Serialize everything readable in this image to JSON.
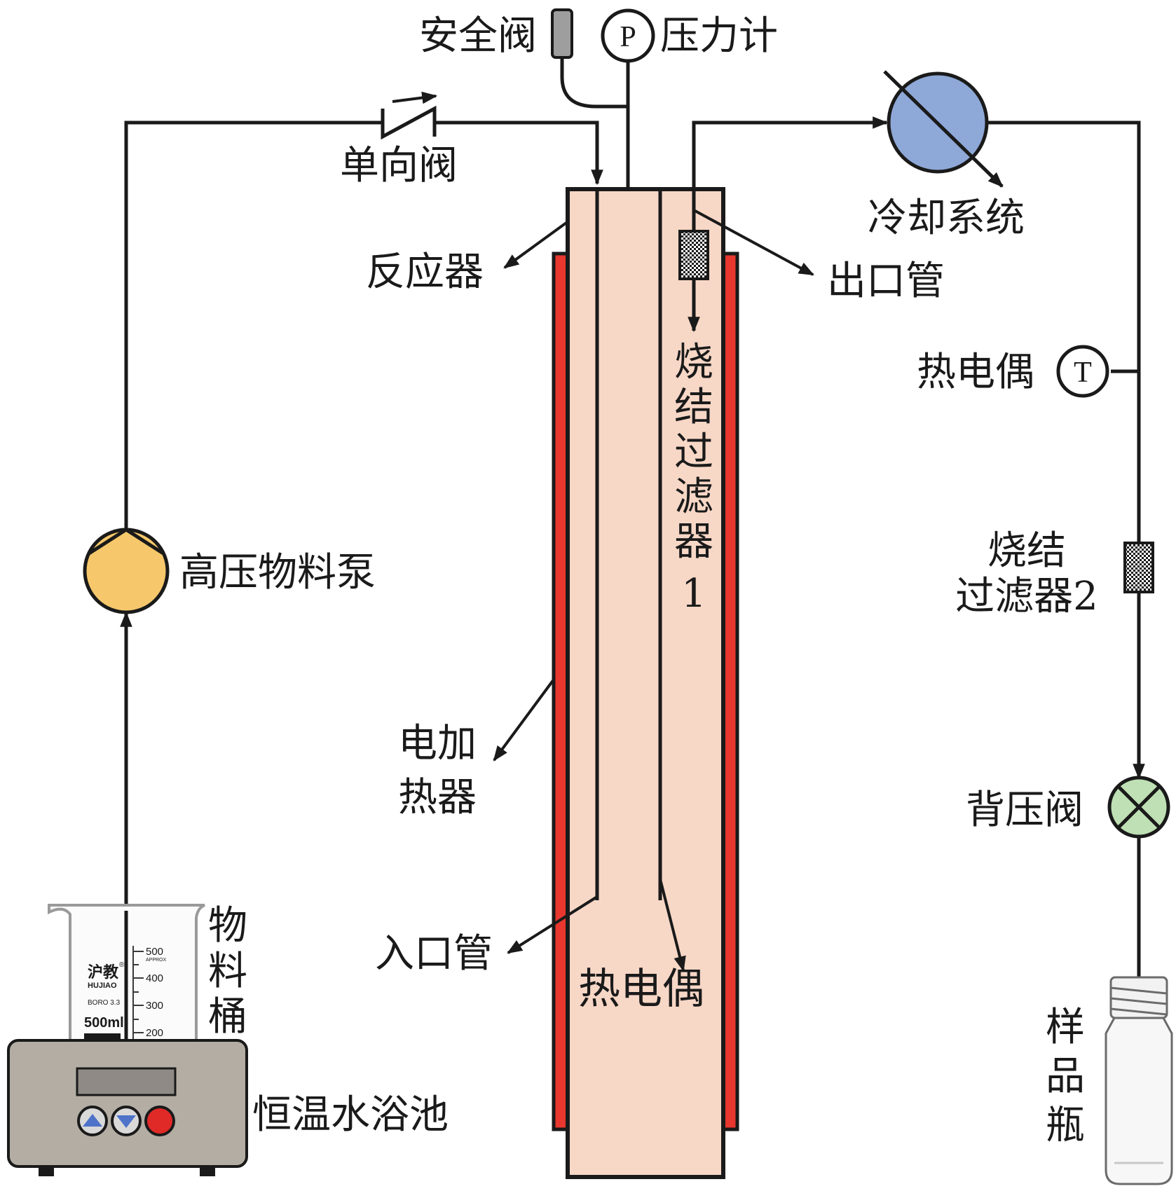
{
  "labels": {
    "safety_valve": "安全阀",
    "pressure_gauge": "压力计",
    "pressure_symbol": "P",
    "check_valve": "单向阀",
    "cooling_system": "冷却系统",
    "reactor": "反应器",
    "outlet_tube": "出口管",
    "sinter_filter_1": [
      "烧",
      "结",
      "过",
      "滤",
      "器",
      "1"
    ],
    "thermocouple_right": "热电偶",
    "thermocouple_symbol": "T",
    "high_pressure_pump": "高压物料泵",
    "sinter_filter_2_line1": "烧结",
    "sinter_filter_2_line2": "过滤器2",
    "electric_heater_line1": "电加",
    "electric_heater_line2": "热器",
    "back_pressure_valve": "背压阀",
    "material_bucket": [
      "物",
      "料",
      "桶"
    ],
    "inlet_tube": "入口管",
    "thermocouple_center": "热电偶",
    "sample_bottle": [
      "样",
      "品",
      "瓶"
    ],
    "water_bath": "恒温水浴池"
  },
  "beaker": {
    "brand_cn": "沪教",
    "brand_en": "HUJIAO",
    "glass": "BORO 3.3",
    "volume": "500ml",
    "approx": "APPROX",
    "registered": "®",
    "ticks": [
      "500",
      "400",
      "300",
      "200"
    ]
  },
  "colors": {
    "reactor_fill": "#f7d7c6",
    "heater": "#e8372e",
    "pump": "#f6c86b",
    "cooler": "#8ea8d8",
    "back_pressure_valve": "#bfe0b4",
    "safety_valve": "#9e9e9e",
    "water_bath": "#b3ada4",
    "bath_display": "#8f8a85",
    "bath_btn_blue": "#4e73c9",
    "bath_btn_red": "#e02a28",
    "line": "#1a1a1a"
  }
}
